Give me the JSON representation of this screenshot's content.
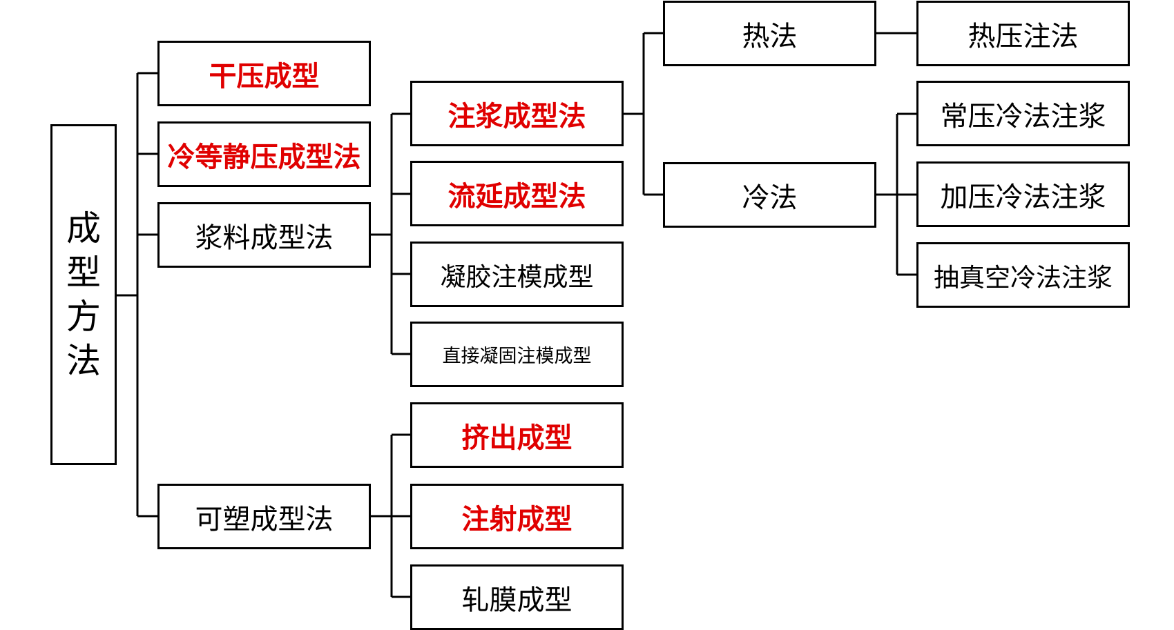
{
  "root": {
    "label": "成型方法",
    "chars": [
      "成",
      "型",
      "方",
      "法"
    ]
  },
  "level1": {
    "dry_press": "干压成型",
    "cold_isostatic": "冷等静压成型法",
    "slurry": "浆料成型法",
    "plastic": "可塑成型法"
  },
  "slurry_children": {
    "slip_casting": "注浆成型法",
    "tape_casting": "流延成型法",
    "gel_casting": "凝胶注模成型",
    "direct_coagulation": "直接凝固注模成型"
  },
  "plastic_children": {
    "extrusion": "挤出成型",
    "injection": "注射成型",
    "rolling": "轧膜成型"
  },
  "slip_methods": {
    "hot": "热法",
    "cold": "冷法"
  },
  "hot_methods": {
    "hot_press_injection": "热压注法"
  },
  "cold_methods": {
    "atmospheric": "常压冷法注浆",
    "pressurized": "加压冷法注浆",
    "vacuum": "抽真空冷法注浆"
  },
  "colors": {
    "highlight": "#e00000",
    "line": "#000000",
    "text": "#000000"
  }
}
